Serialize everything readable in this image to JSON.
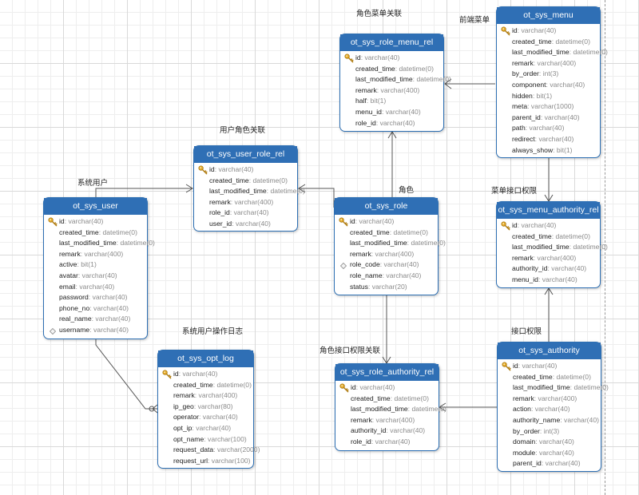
{
  "colors": {
    "header": "#2f6fb5",
    "border": "#2d6fb3",
    "line": "#555555",
    "key": "#e2a726"
  },
  "labels": {
    "role_menu": "角色菜单关联",
    "menu": "前端菜单",
    "user_role": "用户角色关联",
    "user": "系统用户",
    "role": "角色",
    "menu_authority": "菜单接口权限",
    "opt_log": "系统用户操作日志",
    "authority": "接口权限",
    "role_authority": "角色接口权限关联"
  },
  "entities": {
    "ot_sys_role_menu_rel": {
      "title": "ot_sys_role_menu_rel",
      "fields": [
        {
          "name": "id",
          "type": "varchar(40)",
          "marker": "key-icon"
        },
        {
          "name": "created_time",
          "type": "datetime(0)"
        },
        {
          "name": "last_modified_time",
          "type": "datetime(0)"
        },
        {
          "name": "remark",
          "type": "varchar(400)"
        },
        {
          "name": "half",
          "type": "bit(1)"
        },
        {
          "name": "menu_id",
          "type": "varchar(40)"
        },
        {
          "name": "role_id",
          "type": "varchar(40)"
        }
      ]
    },
    "ot_sys_menu": {
      "title": "ot_sys_menu",
      "fields": [
        {
          "name": "id",
          "type": "varchar(40)",
          "marker": "key-icon"
        },
        {
          "name": "created_time",
          "type": "datetime(0)"
        },
        {
          "name": "last_modified_time",
          "type": "datetime(0)"
        },
        {
          "name": "remark",
          "type": "varchar(400)"
        },
        {
          "name": "by_order",
          "type": "int(3)"
        },
        {
          "name": "component",
          "type": "varchar(40)"
        },
        {
          "name": "hidden",
          "type": "bit(1)"
        },
        {
          "name": "meta",
          "type": "varchar(1000)"
        },
        {
          "name": "parent_id",
          "type": "varchar(40)"
        },
        {
          "name": "path",
          "type": "varchar(40)"
        },
        {
          "name": "redirect",
          "type": "varchar(40)"
        },
        {
          "name": "always_show",
          "type": "bit(1)"
        }
      ]
    },
    "ot_sys_user_role_rel": {
      "title": "ot_sys_user_role_rel",
      "fields": [
        {
          "name": "id",
          "type": "varchar(40)",
          "marker": "key-icon"
        },
        {
          "name": "created_time",
          "type": "datetime(0)"
        },
        {
          "name": "last_modified_time",
          "type": "datetime(0)"
        },
        {
          "name": "remark",
          "type": "varchar(400)"
        },
        {
          "name": "role_id",
          "type": "varchar(40)"
        },
        {
          "name": "user_id",
          "type": "varchar(40)"
        }
      ]
    },
    "ot_sys_user": {
      "title": "ot_sys_user",
      "fields": [
        {
          "name": "id",
          "type": "varchar(40)",
          "marker": "key-icon"
        },
        {
          "name": "created_time",
          "type": "datetime(0)"
        },
        {
          "name": "last_modified_time",
          "type": "datetime(0)"
        },
        {
          "name": "remark",
          "type": "varchar(400)"
        },
        {
          "name": "active",
          "type": "bit(1)"
        },
        {
          "name": "avatar",
          "type": "varchar(40)"
        },
        {
          "name": "email",
          "type": "varchar(40)"
        },
        {
          "name": "password",
          "type": "varchar(40)"
        },
        {
          "name": "phone_no",
          "type": "varchar(40)"
        },
        {
          "name": "real_name",
          "type": "varchar(40)"
        },
        {
          "name": "username",
          "type": "varchar(40)",
          "marker": "unique-icon"
        }
      ]
    },
    "ot_sys_role": {
      "title": "ot_sys_role",
      "fields": [
        {
          "name": "id",
          "type": "varchar(40)",
          "marker": "key-icon"
        },
        {
          "name": "created_time",
          "type": "datetime(0)"
        },
        {
          "name": "last_modified_time",
          "type": "datetime(0)"
        },
        {
          "name": "remark",
          "type": "varchar(400)"
        },
        {
          "name": "role_code",
          "type": "varchar(40)",
          "marker": "unique-icon"
        },
        {
          "name": "role_name",
          "type": "varchar(40)"
        },
        {
          "name": "status",
          "type": "varchar(20)"
        }
      ]
    },
    "ot_sys_menu_authority_rel": {
      "title": "ot_sys_menu_authority_rel",
      "fields": [
        {
          "name": "id",
          "type": "varchar(40)",
          "marker": "key-icon"
        },
        {
          "name": "created_time",
          "type": "datetime(0)"
        },
        {
          "name": "last_modified_time",
          "type": "datetime(0)"
        },
        {
          "name": "remark",
          "type": "varchar(400)"
        },
        {
          "name": "authority_id",
          "type": "varchar(40)"
        },
        {
          "name": "menu_id",
          "type": "varchar(40)"
        }
      ]
    },
    "ot_sys_opt_log": {
      "title": "ot_sys_opt_log",
      "fields": [
        {
          "name": "id",
          "type": "varchar(40)",
          "marker": "key-icon"
        },
        {
          "name": "created_time",
          "type": "datetime(0)"
        },
        {
          "name": "remark",
          "type": "varchar(400)"
        },
        {
          "name": "ip_geo",
          "type": "varchar(80)"
        },
        {
          "name": "operator",
          "type": "varchar(40)"
        },
        {
          "name": "opt_ip",
          "type": "varchar(40)"
        },
        {
          "name": "opt_name",
          "type": "varchar(100)"
        },
        {
          "name": "request_data",
          "type": "varchar(2000)"
        },
        {
          "name": "request_url",
          "type": "varchar(100)"
        }
      ]
    },
    "ot_sys_role_authority_rel": {
      "title": "ot_sys_role_authority_rel",
      "fields": [
        {
          "name": "id",
          "type": "varchar(40)",
          "marker": "key-icon"
        },
        {
          "name": "created_time",
          "type": "datetime(0)"
        },
        {
          "name": "last_modified_time",
          "type": "datetime(0)"
        },
        {
          "name": "remark",
          "type": "varchar(400)"
        },
        {
          "name": "authority_id",
          "type": "varchar(40)"
        },
        {
          "name": "role_id",
          "type": "varchar(40)"
        }
      ]
    },
    "ot_sys_authority": {
      "title": "ot_sys_authority",
      "fields": [
        {
          "name": "id",
          "type": "varchar(40)",
          "marker": "key-icon"
        },
        {
          "name": "created_time",
          "type": "datetime(0)"
        },
        {
          "name": "last_modified_time",
          "type": "datetime(0)"
        },
        {
          "name": "remark",
          "type": "varchar(400)"
        },
        {
          "name": "action",
          "type": "varchar(40)"
        },
        {
          "name": "authority_name",
          "type": "varchar(40)"
        },
        {
          "name": "by_order",
          "type": "int(3)"
        },
        {
          "name": "domain",
          "type": "varchar(40)"
        },
        {
          "name": "module",
          "type": "varchar(40)"
        },
        {
          "name": "parent_id",
          "type": "varchar(40)"
        }
      ]
    }
  }
}
